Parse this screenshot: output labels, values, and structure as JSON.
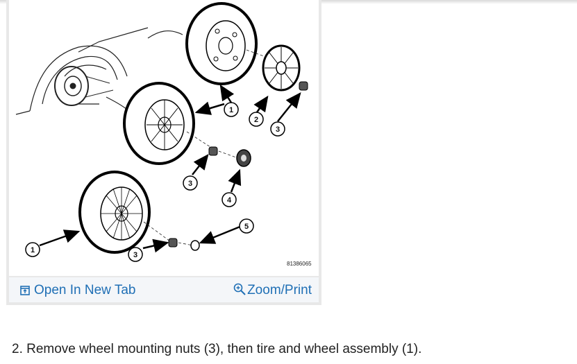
{
  "figure": {
    "image_id": "81386065",
    "callouts": [
      "1",
      "2",
      "3",
      "3",
      "4",
      "3",
      "5",
      "1"
    ]
  },
  "actions": {
    "open_new_tab": "Open In New Tab",
    "zoom_print": "Zoom/Print"
  },
  "icons": {
    "open_new_tab": "open-new-tab-icon",
    "zoom": "zoom-in-icon"
  },
  "colors": {
    "link": "#1f6fb5",
    "caption_bar": "#f4f6f9",
    "card_border": "#e8e8e8"
  },
  "instruction": "2. Remove wheel mounting nuts (3), then tire and wheel assembly (1)."
}
